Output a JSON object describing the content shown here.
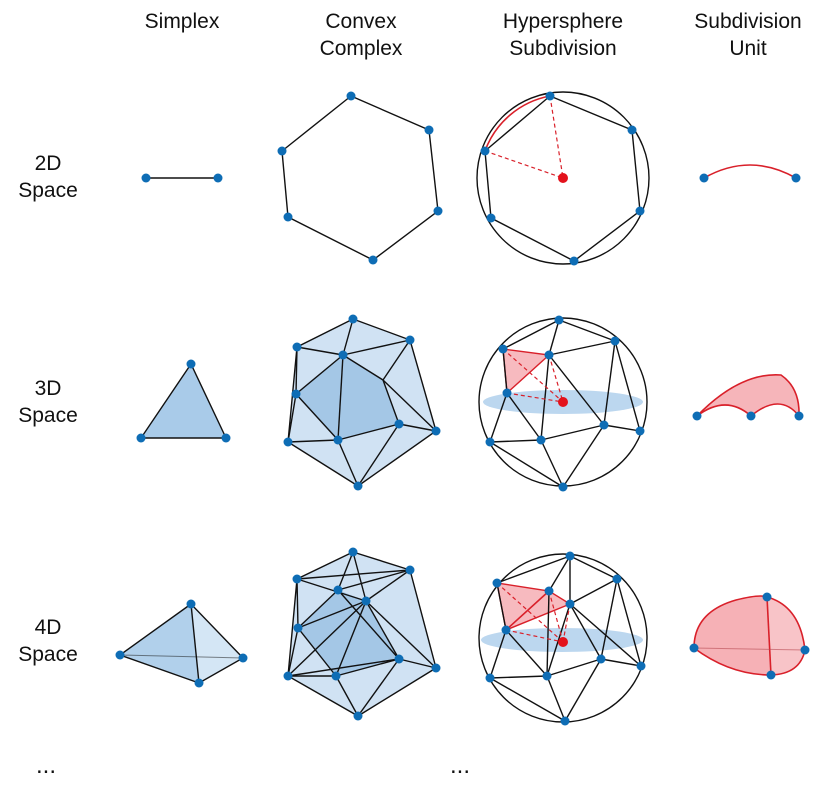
{
  "column_headers": [
    "Simplex",
    "Convex\nComplex",
    "Hypersphere\nSubdivision",
    "Subdivision\nUnit"
  ],
  "row_headers": [
    "2D\nSpace",
    "3D\nSpace",
    "4D\nSpace"
  ],
  "continuation_markers": [
    "...",
    "..."
  ],
  "colors": {
    "vertex": "#0e6db5",
    "edge": "#111111",
    "face_fill": "#a9cbe9",
    "highlight": "#d9202a",
    "highlight_fill": "#f4a3a9",
    "equator_fill": "#8fbde4"
  }
}
